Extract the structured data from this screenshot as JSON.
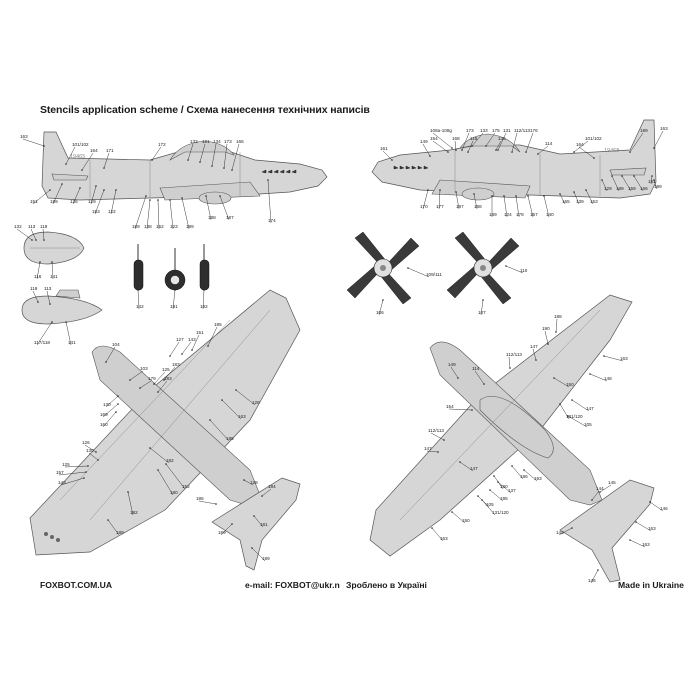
{
  "title": "Stencils application scheme / Схема нанесення технічних написів",
  "footer": {
    "website": "FOXBOT.COM.UA",
    "email": "e-mail: FOXBOT@ukr.n",
    "made_ua": "Зроблено в Україні",
    "made_en": "Made in Ukraine"
  },
  "markings": {
    "left_side": "19465",
    "right_side": "19468"
  },
  "callouts": {
    "side_left": [
      "163",
      "101/102",
      "164",
      "171",
      "172",
      "133",
      "121",
      "134",
      "173",
      "166",
      "151",
      "189",
      "136",
      "129",
      "153",
      "122",
      "189",
      "138",
      "162",
      "123",
      "189",
      "188",
      "187",
      "174"
    ],
    "side_right": [
      "161",
      "149",
      "108a-108g",
      "154",
      "168",
      "173",
      "133",
      "115",
      "175",
      "131",
      "135",
      "112/113",
      "176",
      "114",
      "101/102",
      "189",
      "164",
      "163",
      "170",
      "177",
      "187",
      "188",
      "189",
      "124",
      "178",
      "157",
      "140",
      "165",
      "139",
      "153",
      "129",
      "189",
      "159",
      "166",
      "151",
      "189"
    ],
    "small_parts": [
      "132",
      "113",
      "119",
      "116",
      "141",
      "119",
      "113",
      "117/118",
      "141",
      "142",
      "191",
      "192"
    ],
    "props": [
      "109/111",
      "110",
      "106",
      "107"
    ],
    "bottom_left": [
      "104",
      "127",
      "143",
      "151",
      "185",
      "103",
      "125",
      "179",
      "183",
      "183",
      "130",
      "169",
      "160",
      "163",
      "128",
      "126",
      "130",
      "125",
      "157",
      "143",
      "152",
      "185",
      "180",
      "182",
      "182",
      "128",
      "186",
      "184",
      "189",
      "181",
      "189",
      "189"
    ],
    "bottom_right": [
      "149",
      "112/113",
      "147",
      "190",
      "188",
      "114",
      "154",
      "163",
      "148",
      "150",
      "147",
      "131/120",
      "105",
      "112/113",
      "147",
      "180",
      "186",
      "193",
      "137",
      "195",
      "105",
      "131/120",
      "147",
      "150",
      "163",
      "145",
      "144",
      "146",
      "163",
      "145",
      "146",
      "163"
    ]
  }
}
